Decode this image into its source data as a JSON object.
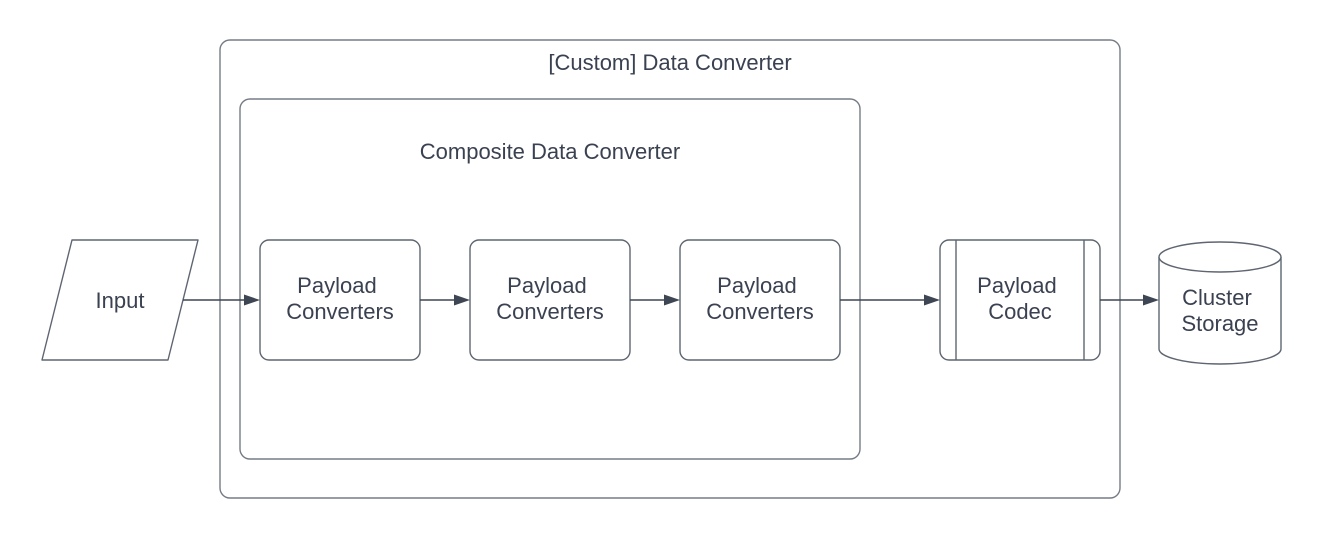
{
  "diagram": {
    "outer_container": {
      "label": "[Custom] Data Converter"
    },
    "inner_container": {
      "label": "Composite Data Converter"
    },
    "input": {
      "label": "Input"
    },
    "converters": [
      {
        "line1": "Payload",
        "line2": "Converters"
      },
      {
        "line1": "Payload",
        "line2": "Converters"
      },
      {
        "line1": "Payload",
        "line2": "Converters"
      }
    ],
    "codec": {
      "line1": "Payload",
      "line2": "Codec"
    },
    "storage": {
      "line1": "Cluster",
      "line2": "Storage"
    },
    "colors": {
      "background": "#ffffff",
      "container_stroke": "#767c85",
      "shape_stroke": "#5f6671",
      "arrow": "#3e4654",
      "text": "#3a4150"
    }
  }
}
